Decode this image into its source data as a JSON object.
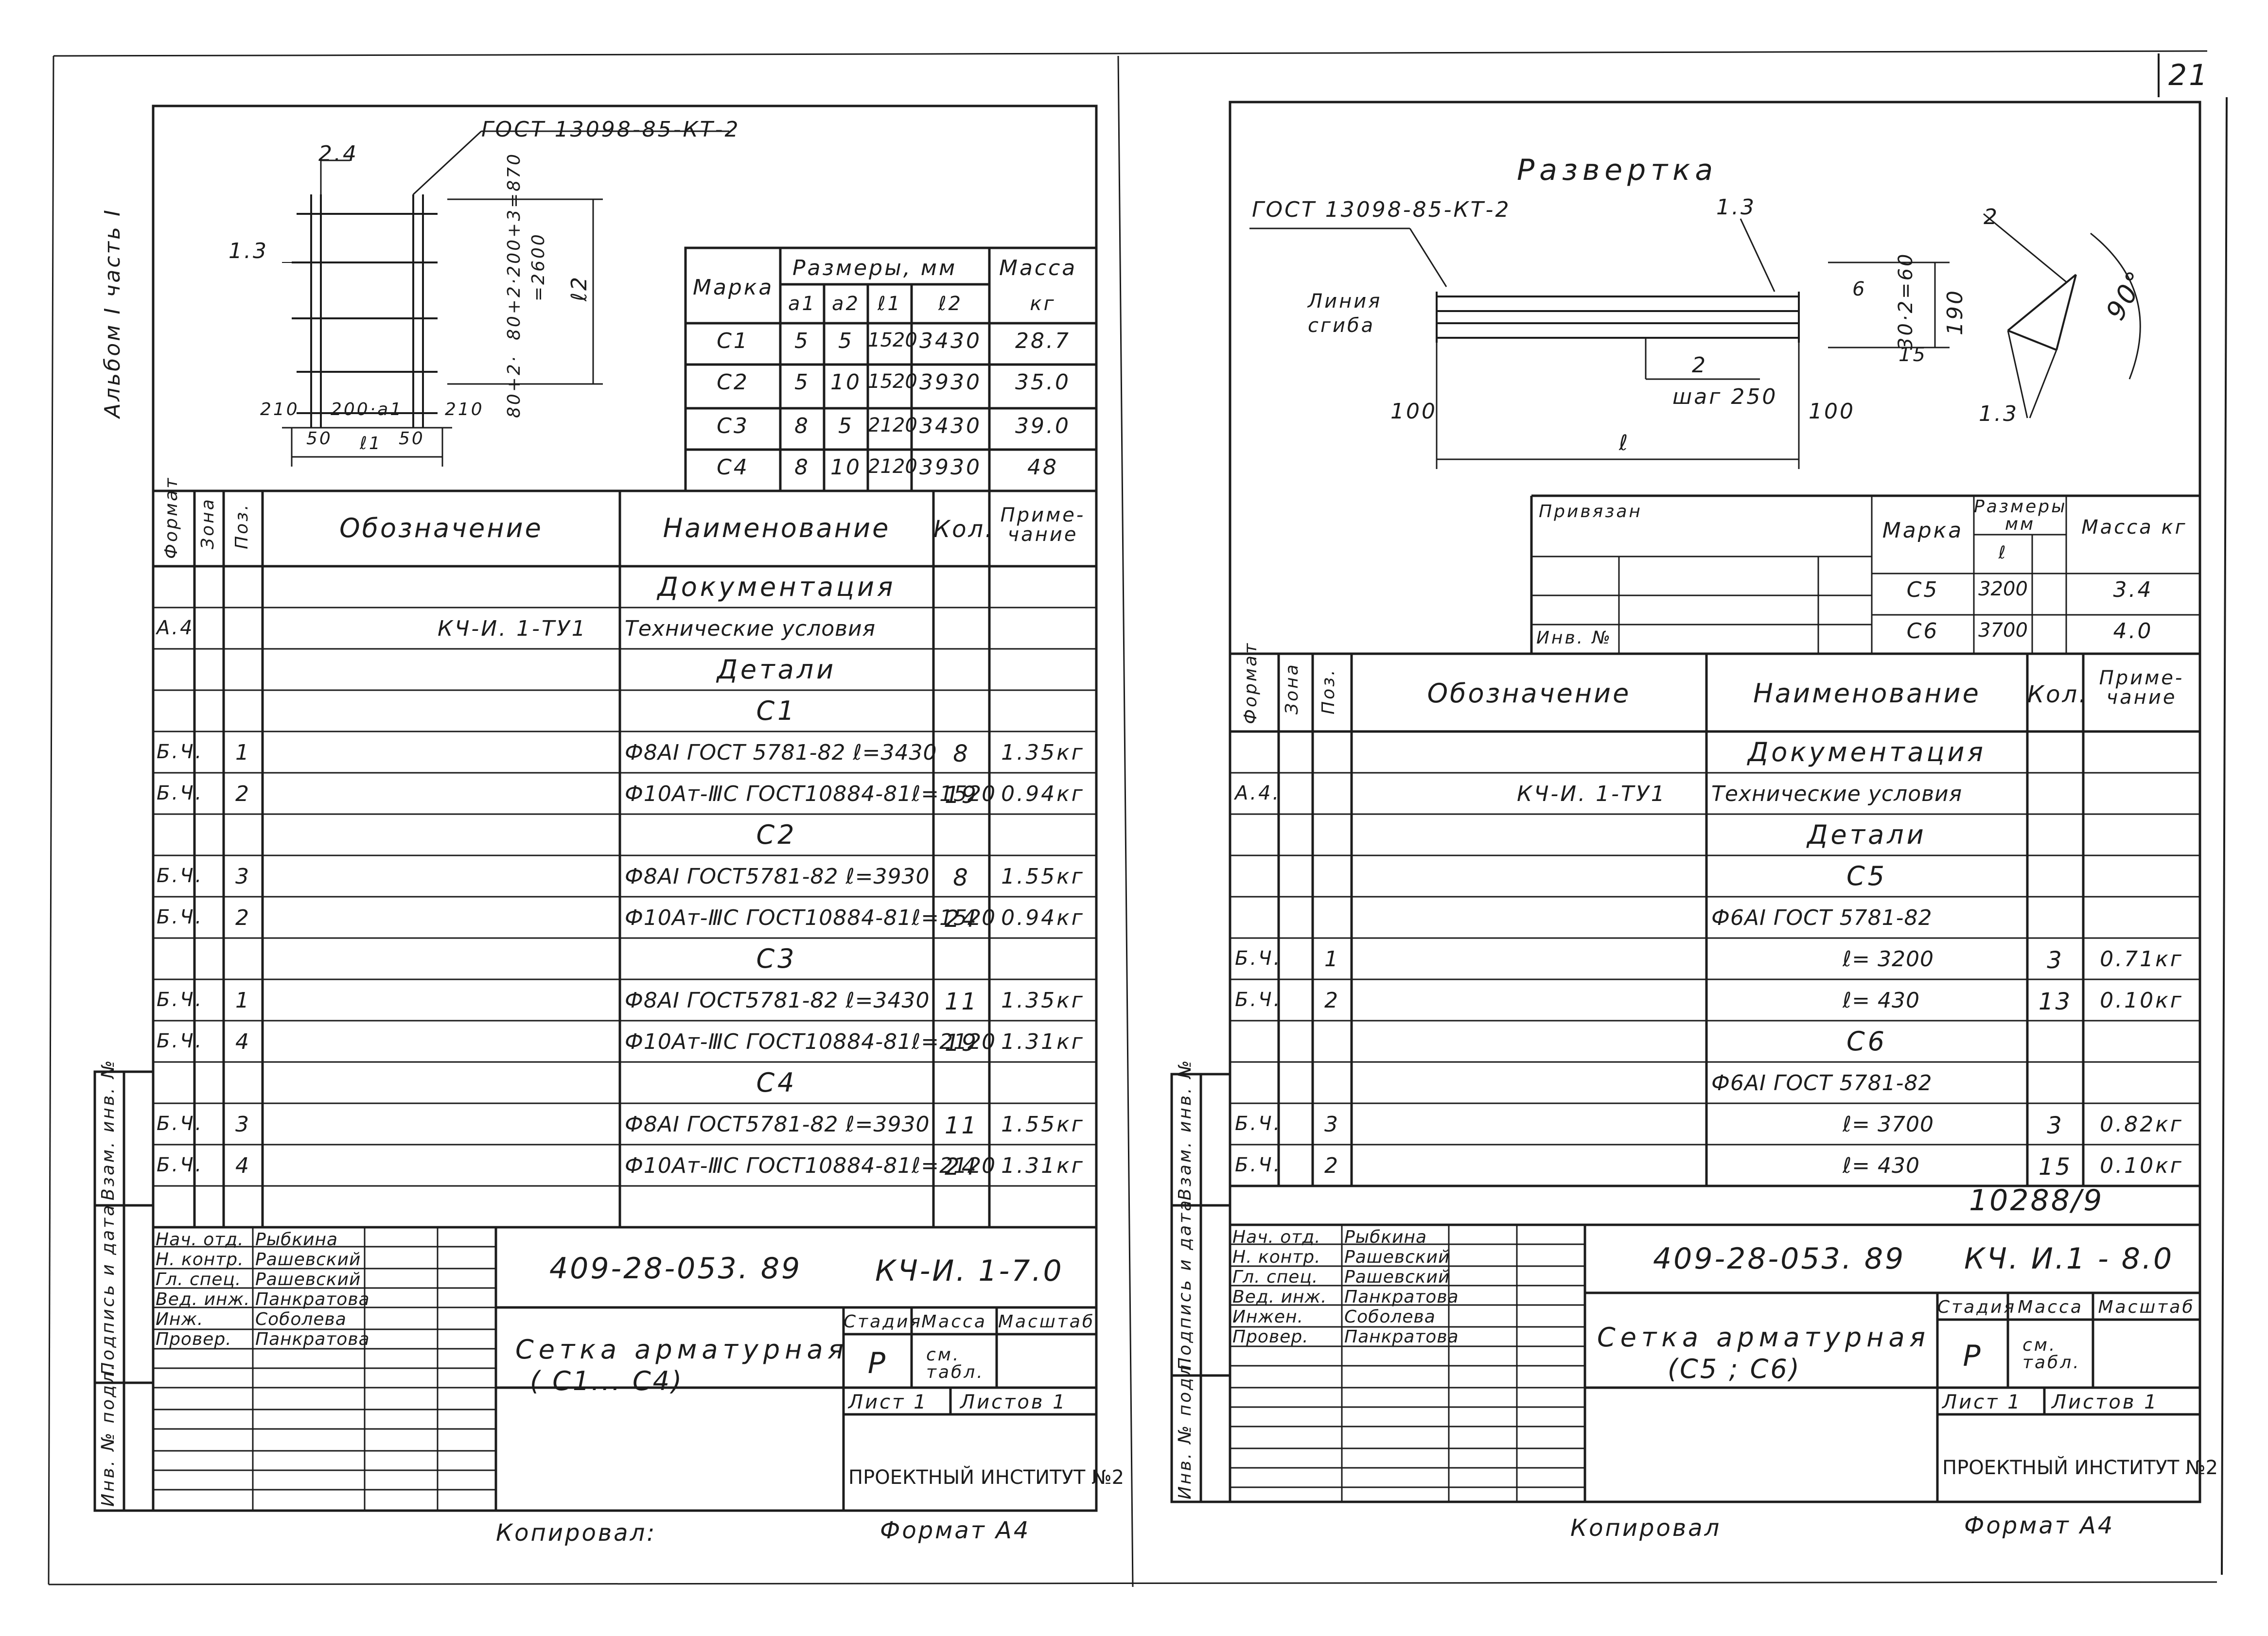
{
  "page_number": "21",
  "side_label": "Альбом Ⅰ часть I",
  "left_sheet": {
    "drawing": {
      "gost_note": "ГОСТ 13098-85-КТ-2",
      "label_24": "2.4",
      "label_13": "1.3",
      "dim_v1": "80+2·200+3=870",
      "dim_v2": "=2600",
      "dim_v3": "80+2·",
      "dim_l2": "ℓ2",
      "dim_210a": "210",
      "dim_210b": "210",
      "dim_200a": "200·a1",
      "dim_50a": "50",
      "dim_50b": "50",
      "dim_l1": "ℓ1"
    },
    "size_table": {
      "col_mark": "Марка",
      "col_dims": "Размеры, мм",
      "col_mass": "Масса",
      "sub_a1": "a1",
      "sub_a2": "a2",
      "sub_l1": "ℓ1",
      "sub_l2": "ℓ2",
      "sub_kg": "кг",
      "rows": [
        {
          "mark": "С1",
          "a1": "5",
          "a2": "5",
          "l1": "1520",
          "l2": "3430",
          "mass": "28.7"
        },
        {
          "mark": "С2",
          "a1": "5",
          "a2": "10",
          "l1": "1520",
          "l2": "3930",
          "mass": "35.0"
        },
        {
          "mark": "С3",
          "a1": "8",
          "a2": "5",
          "l1": "2120",
          "l2": "3430",
          "mass": "39.0"
        },
        {
          "mark": "С4",
          "a1": "8",
          "a2": "10",
          "l1": "2120",
          "l2": "3930",
          "mass": "48"
        }
      ]
    },
    "spec_header": {
      "format": "Формат",
      "zone": "Зона",
      "pos": "Поз.",
      "designation": "Обозначение",
      "name": "Наименование",
      "qty": "Кол.",
      "note": "Приме-чание"
    },
    "spec_rows": [
      {
        "fmt": "",
        "pos": "",
        "desig": "",
        "name": "Документация",
        "qty": "",
        "note": "",
        "center": true
      },
      {
        "fmt": "А.4",
        "pos": "",
        "desig": "КЧ-И. 1-ТУ1",
        "name": "Технические условия",
        "qty": "",
        "note": "",
        "center": false
      },
      {
        "fmt": "",
        "pos": "",
        "desig": "",
        "name": "Детали",
        "qty": "",
        "note": "",
        "center": true
      },
      {
        "fmt": "",
        "pos": "",
        "desig": "",
        "name": "С1",
        "qty": "",
        "note": "",
        "center": true
      },
      {
        "fmt": "Б.Ч.",
        "pos": "1",
        "desig": "",
        "name": "Ф8АI ГОСТ 5781-82 ℓ=3430",
        "qty": "8",
        "note": "1.35кг",
        "center": false
      },
      {
        "fmt": "Б.Ч.",
        "pos": "2",
        "desig": "",
        "name": "Ф10Ат-ⅢС ГОСТ10884-81ℓ=1520",
        "qty": "19",
        "note": "0.94кг",
        "center": false
      },
      {
        "fmt": "",
        "pos": "",
        "desig": "",
        "name": "С2",
        "qty": "",
        "note": "",
        "center": true
      },
      {
        "fmt": "Б.Ч.",
        "pos": "3",
        "desig": "",
        "name": "Ф8АI ГОСТ5781-82 ℓ=3930",
        "qty": "8",
        "note": "1.55кг",
        "center": false
      },
      {
        "fmt": "Б.Ч.",
        "pos": "2",
        "desig": "",
        "name": "Ф10Ат-ⅢС ГОСТ10884-81ℓ=1520",
        "qty": "24",
        "note": "0.94кг",
        "center": false
      },
      {
        "fmt": "",
        "pos": "",
        "desig": "",
        "name": "С3",
        "qty": "",
        "note": "",
        "center": true
      },
      {
        "fmt": "Б.Ч.",
        "pos": "1",
        "desig": "",
        "name": "Ф8АI ГОСТ5781-82 ℓ=3430",
        "qty": "11",
        "note": "1.35кг",
        "center": false
      },
      {
        "fmt": "Б.Ч.",
        "pos": "4",
        "desig": "",
        "name": "Ф10Ат-ⅢС ГОСТ10884-81ℓ=2120",
        "qty": "19",
        "note": "1.31кг",
        "center": false
      },
      {
        "fmt": "",
        "pos": "",
        "desig": "",
        "name": "С4",
        "qty": "",
        "note": "",
        "center": true
      },
      {
        "fmt": "Б.Ч.",
        "pos": "3",
        "desig": "",
        "name": "Ф8АI ГОСТ5781-82 ℓ=3930",
        "qty": "11",
        "note": "1.55кг",
        "center": false
      },
      {
        "fmt": "Б.Ч.",
        "pos": "4",
        "desig": "",
        "name": "Ф10Ат-ⅢС ГОСТ10884-81ℓ=2120",
        "qty": "24",
        "note": "1.31кг",
        "center": false
      }
    ],
    "title_block": {
      "people": [
        {
          "role": "Нач. отд.",
          "name": "Рыбкина"
        },
        {
          "role": "Н. контр.",
          "name": "Рашевский"
        },
        {
          "role": "Гл. спец.",
          "name": "Рашевский"
        },
        {
          "role": "Вед. инж.",
          "name": "Панкратова"
        },
        {
          "role": "Инж.",
          "name": "Соболева"
        },
        {
          "role": "Провер.",
          "name": "Панкратова"
        }
      ],
      "doc_no": "409-28-053. 89",
      "code": "КЧ-И. 1-7.0",
      "title_line1": "Сетка арматурная",
      "title_line2": "( С1... С4)",
      "stage_label": "Стадия",
      "mass_label": "Масса",
      "scale_label": "Масштаб",
      "stage": "Р",
      "mass_val": "см. табл.",
      "sheet": "Лист 1",
      "sheets": "Листов 1",
      "org": "ПРОЕКТНЫЙ ИНСТИТУТ №2"
    },
    "side_stamps": [
      "Взам. инв. №",
      "Подпись и дата",
      "Инв. № подл."
    ],
    "copied": "Копировал:",
    "format": "Формат А4"
  },
  "right_sheet": {
    "drawing": {
      "title": "Развертка",
      "gost_note": "ГОСТ 13098-85-КТ-2",
      "label_13a": "1.3",
      "label_13b": "1.3",
      "label_2a": "2",
      "label_2b": "2",
      "axis_label1": "Линия",
      "axis_label2": "сгиба",
      "step": "шаг 250",
      "dim_100a": "100",
      "dim_100b": "100",
      "dim_l": "ℓ",
      "dim_6": "6",
      "dim_190": "190",
      "dim_15": "15",
      "dim_stack": "30·2=60",
      "angle": "90°"
    },
    "bind_table": {
      "privyaz": "Привязан",
      "inv": "Инв. №",
      "col_mark": "Марка",
      "col_dims": "Размеры мм",
      "sub_l": "ℓ",
      "col_mass": "Масса кг",
      "rows": [
        {
          "mark": "С5",
          "l": "3200",
          "mass": "3.4"
        },
        {
          "mark": "С6",
          "l": "3700",
          "mass": "4.0"
        }
      ]
    },
    "spec_header": {
      "format": "Формат",
      "zone": "Зона",
      "pos": "Поз.",
      "designation": "Обозначение",
      "name": "Наименование",
      "qty": "Кол.",
      "note": "Приме-чание"
    },
    "spec_rows": [
      {
        "fmt": "",
        "pos": "",
        "desig": "",
        "name": "Документация",
        "qty": "",
        "note": "",
        "center": true
      },
      {
        "fmt": "А.4.",
        "pos": "",
        "desig": "КЧ-И. 1-ТУ1",
        "name": "Технические условия",
        "qty": "",
        "note": "",
        "center": false
      },
      {
        "fmt": "",
        "pos": "",
        "desig": "",
        "name": "Детали",
        "qty": "",
        "note": "",
        "center": true
      },
      {
        "fmt": "",
        "pos": "",
        "desig": "",
        "name": "С5",
        "qty": "",
        "note": "",
        "center": true
      },
      {
        "fmt": "",
        "pos": "",
        "desig": "",
        "name": "Ф6АI ГОСТ 5781-82",
        "qty": "",
        "note": "",
        "center": false
      },
      {
        "fmt": "Б.Ч.",
        "pos": "1",
        "desig": "",
        "name": "ℓ= 3200",
        "qty": "3",
        "note": "0.71кг",
        "center": false
      },
      {
        "fmt": "Б.Ч.",
        "pos": "2",
        "desig": "",
        "name": "ℓ= 430",
        "qty": "13",
        "note": "0.10кг",
        "center": false
      },
      {
        "fmt": "",
        "pos": "",
        "desig": "",
        "name": "С6",
        "qty": "",
        "note": "",
        "center": true
      },
      {
        "fmt": "",
        "pos": "",
        "desig": "",
        "name": "Ф6АI ГОСТ 5781-82",
        "qty": "",
        "note": "",
        "center": false
      },
      {
        "fmt": "Б.Ч.",
        "pos": "3",
        "desig": "",
        "name": "ℓ= 3700",
        "qty": "3",
        "note": "0.82кг",
        "center": false
      },
      {
        "fmt": "Б.Ч.",
        "pos": "2",
        "desig": "",
        "name": "ℓ= 430",
        "qty": "15",
        "note": "0.10кг",
        "center": false
      }
    ],
    "archive_no": "10288/9",
    "title_block": {
      "people": [
        {
          "role": "Нач. отд.",
          "name": "Рыбкина"
        },
        {
          "role": "Н. контр.",
          "name": "Рашевский"
        },
        {
          "role": "Гл. спец.",
          "name": "Рашевский"
        },
        {
          "role": "Вед. инж.",
          "name": "Панкратова"
        },
        {
          "role": "Инжен.",
          "name": "Соболева"
        },
        {
          "role": "Провер.",
          "name": "Панкратова"
        }
      ],
      "doc_no": "409-28-053. 89",
      "code": "КЧ. И.1 - 8.0",
      "title_line1": "Сетка арматурная",
      "title_line2": "(С5 ; С6)",
      "stage_label": "Стадия",
      "mass_label": "Масса",
      "scale_label": "Масштаб",
      "stage": "Р",
      "mass_val": "см. табл.",
      "sheet": "Лист 1",
      "sheets": "Листов 1",
      "org": "ПРОЕКТНЫЙ ИНСТИТУТ №2"
    },
    "side_stamps": [
      "Взам. инв. №",
      "Подпись и дата",
      "Инв. № подл."
    ],
    "copied": "Копировал",
    "format": "Формат А4"
  }
}
